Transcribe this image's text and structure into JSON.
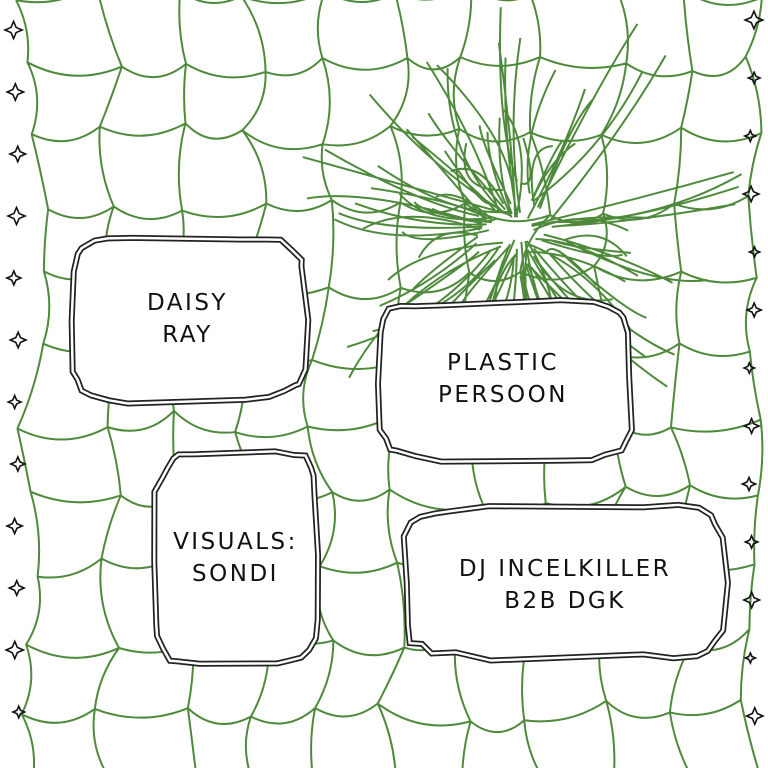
{
  "poster": {
    "lineup": [
      {
        "id": "daisy-ray",
        "text": "DAISY\nRAY"
      },
      {
        "id": "plastic-persoon",
        "text": "PLASTIC\nPERSOON"
      },
      {
        "id": "visuals-sondi",
        "text": "VISUALS:\nSONDI"
      },
      {
        "id": "dj-incelkiller",
        "text": "DJ INCELKILLER\nB2B DGK"
      }
    ]
  },
  "colors": {
    "background": "#ffffff",
    "web_line": "#4f8a3c",
    "bubble_outline": "#222222",
    "text": "#111111",
    "star": "#111111"
  },
  "icons": {
    "margin_marks": "sparkle-star-icon"
  }
}
